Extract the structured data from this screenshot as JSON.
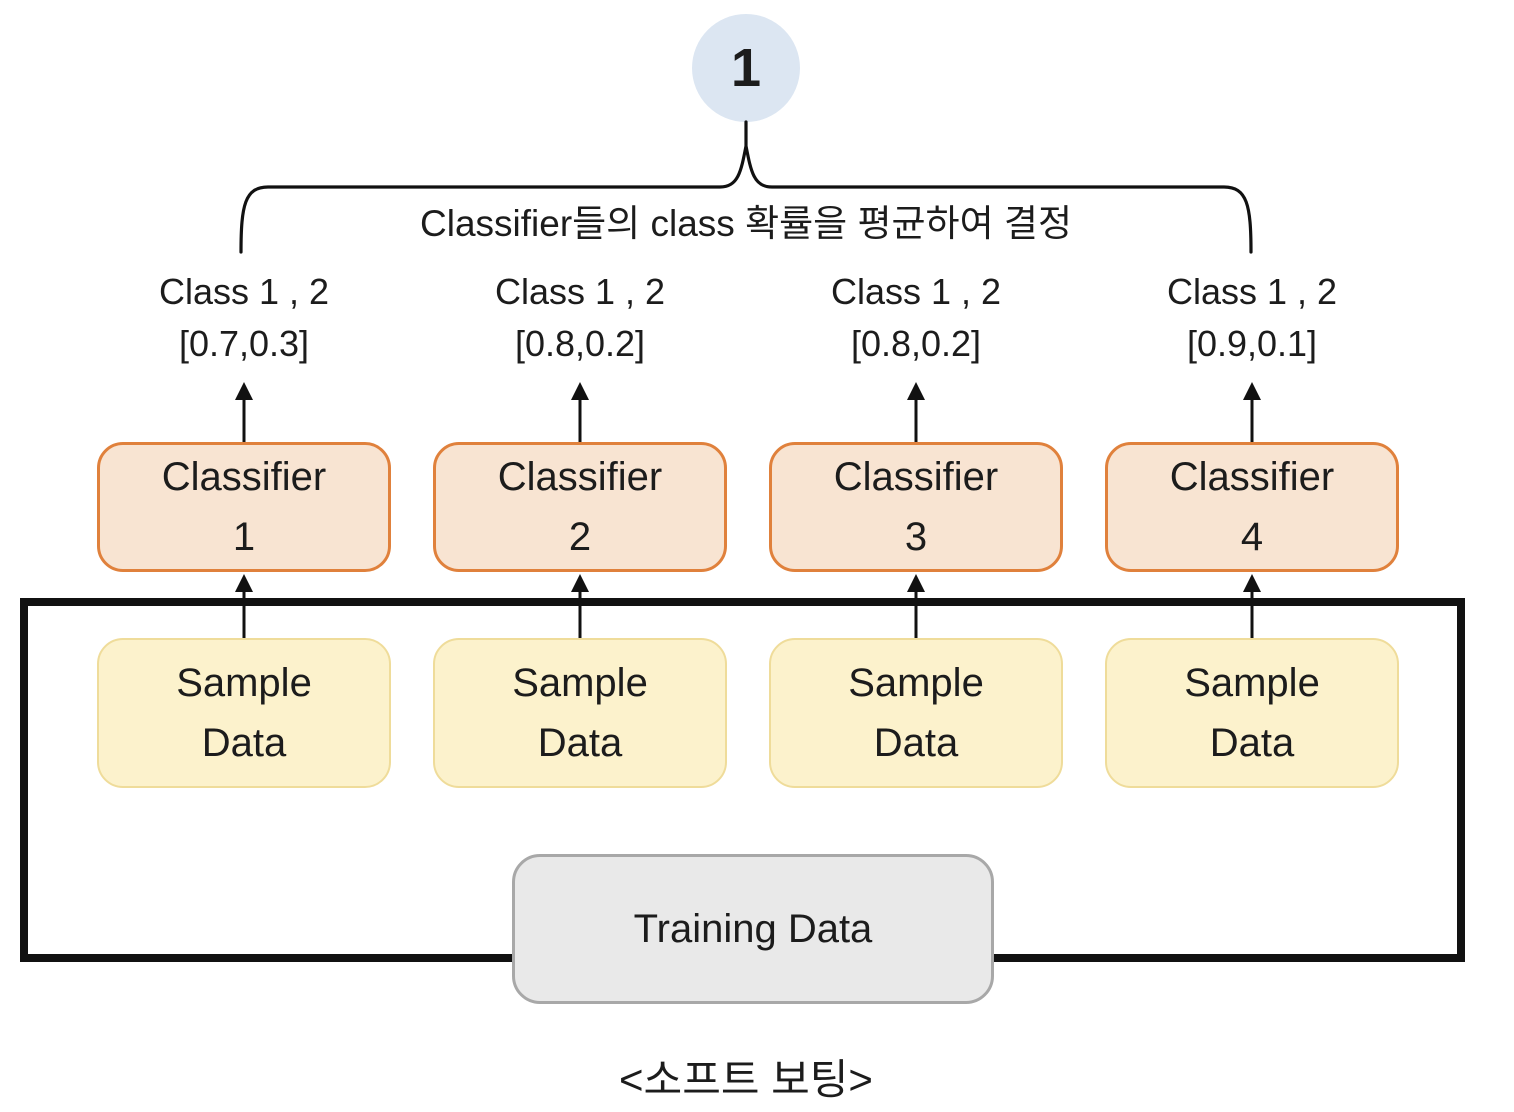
{
  "diagram": {
    "step_badge": "1",
    "aggregation_note": "Classifier들의 class 확률을 평균하여 결정",
    "caption": "<소프트 보팅>",
    "training_box_label": "Training Data",
    "columns": [
      {
        "class_label": "Class 1 , 2",
        "probabilities": "[0.7,0.3]",
        "classifier_line1": "Classifier",
        "classifier_line2": "1",
        "sample_line1": "Sample",
        "sample_line2": "Data"
      },
      {
        "class_label": "Class 1 , 2",
        "probabilities": "[0.8,0.2]",
        "classifier_line1": "Classifier",
        "classifier_line2": "2",
        "sample_line1": "Sample",
        "sample_line2": "Data"
      },
      {
        "class_label": "Class 1 , 2",
        "probabilities": "[0.8,0.2]",
        "classifier_line1": "Classifier",
        "classifier_line2": "3",
        "sample_line1": "Sample",
        "sample_line2": "Data"
      },
      {
        "class_label": "Class 1 , 2",
        "probabilities": "[0.9,0.1]",
        "classifier_line1": "Classifier",
        "classifier_line2": "4",
        "sample_line1": "Sample",
        "sample_line2": "Data"
      }
    ],
    "colors": {
      "badge_fill": "#dce6f2",
      "classifier_fill": "#f8e4d2",
      "classifier_border": "#e0813c",
      "sample_fill": "#fcf2cc",
      "sample_border": "#efdc9a",
      "training_fill": "#e9e9e9",
      "training_border": "#a8a8a8"
    }
  }
}
